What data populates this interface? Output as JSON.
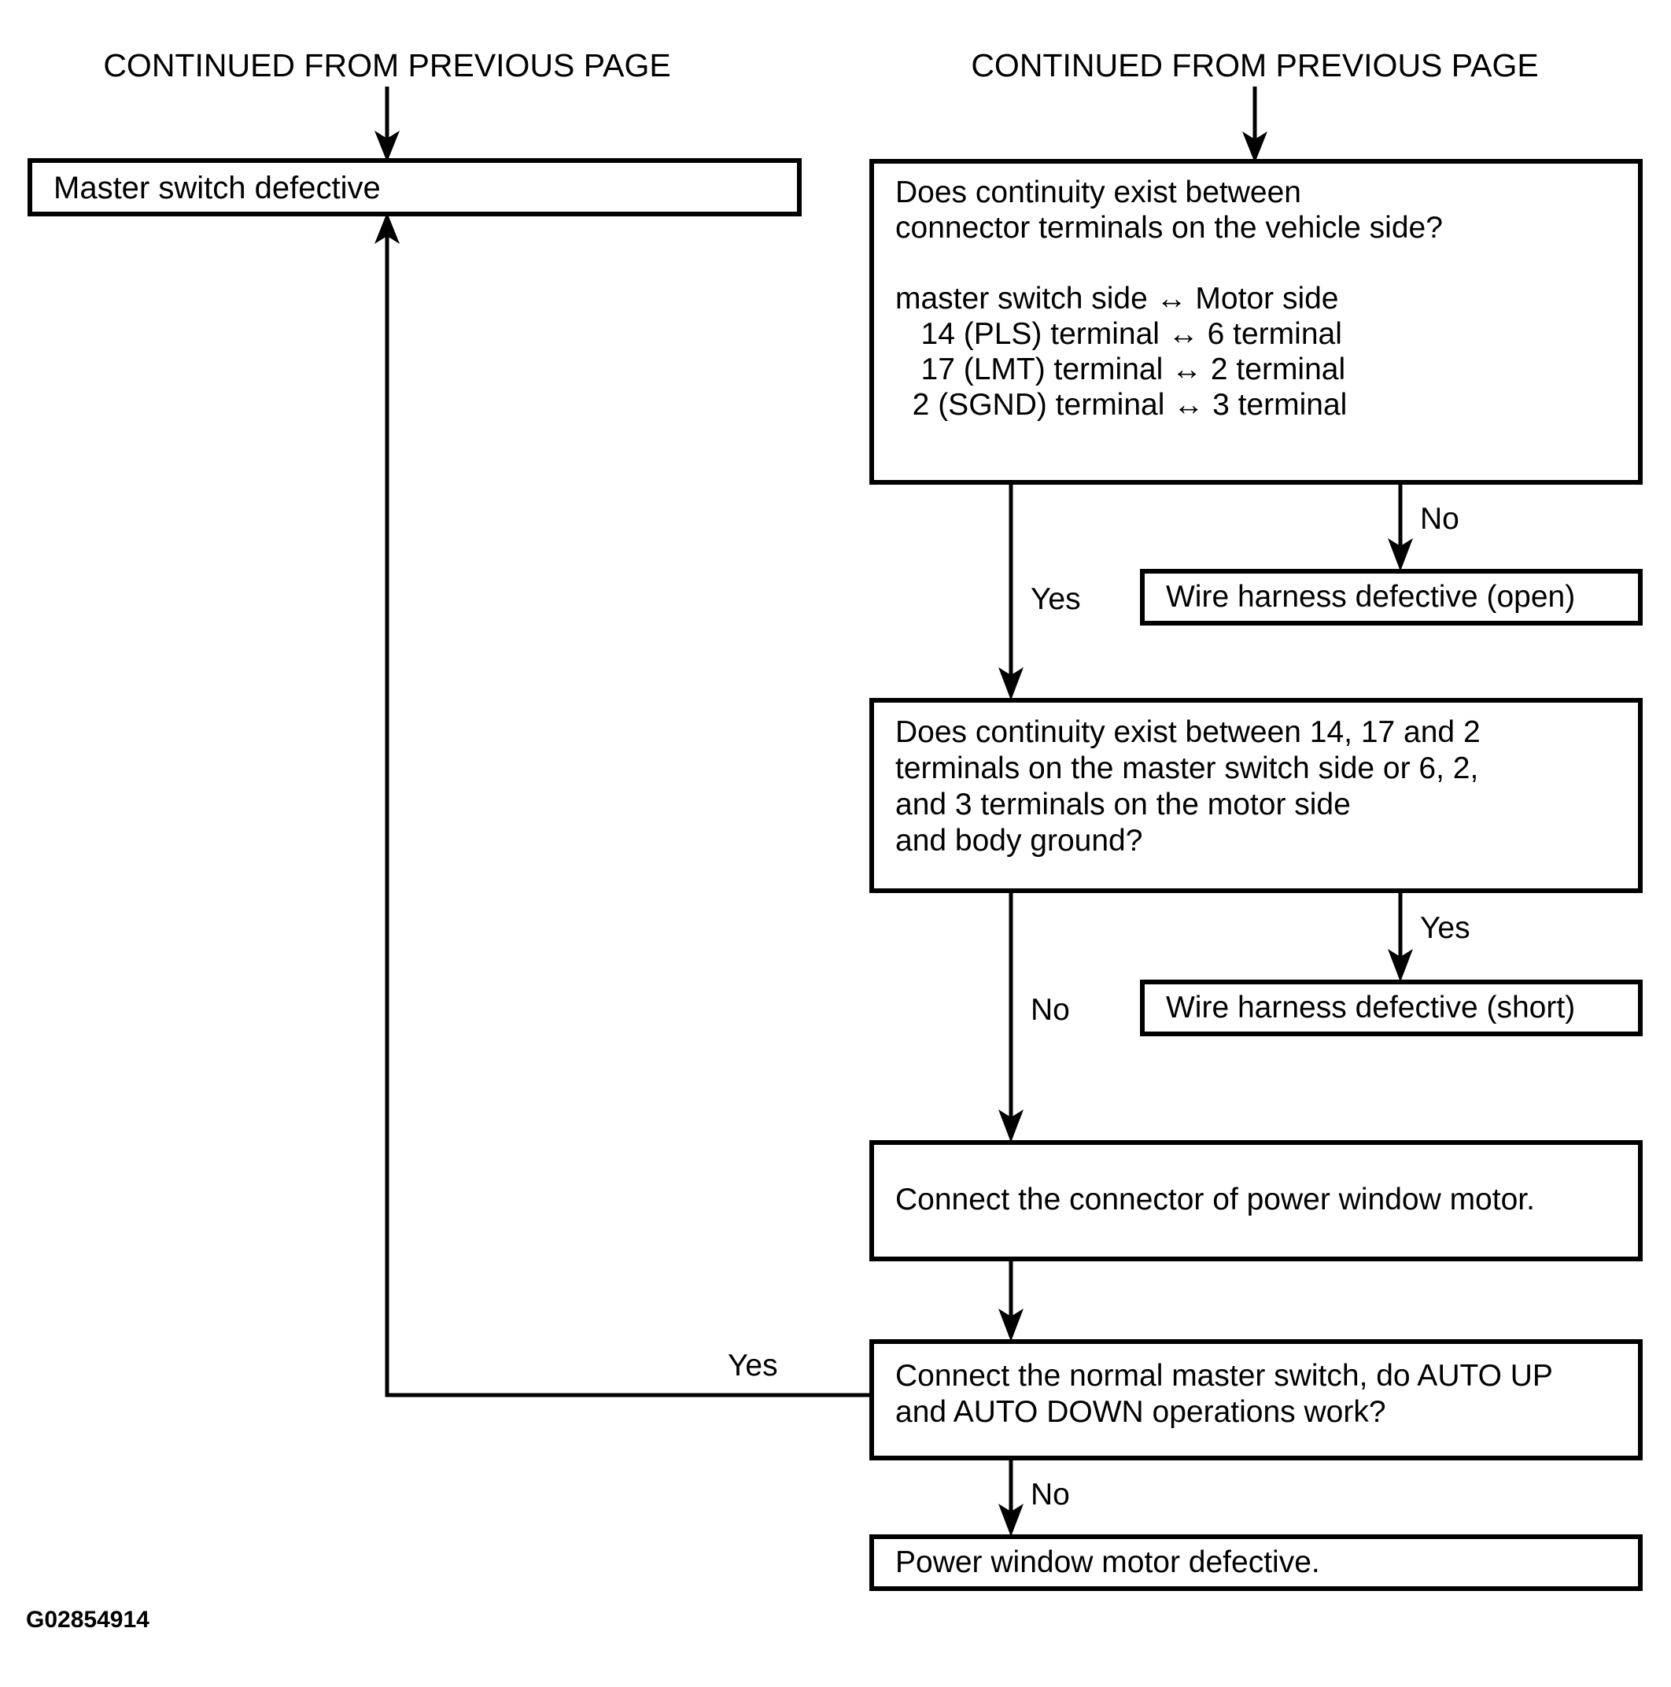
{
  "diagram": {
    "type": "flowchart",
    "figure_code": "G02854914",
    "headers": [
      {
        "id": "header-left",
        "text": "CONTINUED FROM PREVIOUS PAGE"
      },
      {
        "id": "header-right",
        "text": "CONTINUED FROM PREVIOUS PAGE"
      }
    ],
    "nodes": {
      "master_switch_defective": {
        "id": "master-switch-defective",
        "kind": "terminal",
        "lines": [
          "Master switch defective"
        ]
      },
      "continuity_vehicle_side": {
        "id": "continuity-vehicle-side",
        "kind": "decision",
        "lines": [
          "Does continuity exist between",
          "connector terminals on the vehicle side?",
          "",
          "master switch side ↔ Motor side",
          "   14 (PLS) terminal ↔ 6 terminal",
          "   17 (LMT) terminal ↔ 2 terminal",
          "  2 (SGND) terminal ↔ 3 terminal"
        ]
      },
      "wire_harness_open": {
        "id": "wire-harness-defective-open",
        "kind": "terminal",
        "lines": [
          "Wire harness defective (open)"
        ]
      },
      "continuity_body_ground": {
        "id": "continuity-body-ground",
        "kind": "decision",
        "lines": [
          "Does continuity exist between 14, 17 and 2",
          "terminals on the master switch side or 6, 2,",
          "and 3 terminals on the motor side",
          "and body ground?"
        ]
      },
      "wire_harness_short": {
        "id": "wire-harness-defective-short",
        "kind": "terminal",
        "lines": [
          "Wire harness defective (short)"
        ]
      },
      "connect_motor_connector": {
        "id": "connect-motor-connector",
        "kind": "process",
        "lines": [
          "Connect the connector of power window motor."
        ]
      },
      "connect_normal_master_switch": {
        "id": "connect-normal-master-switch",
        "kind": "decision",
        "lines": [
          "Connect the normal master switch, do AUTO UP",
          "and AUTO DOWN operations work?"
        ]
      },
      "power_window_motor_defective": {
        "id": "power-window-motor-defective",
        "kind": "terminal",
        "lines": [
          "Power window motor defective."
        ]
      }
    },
    "edge_labels": {
      "vehicle_side_no": "No",
      "vehicle_side_yes": "Yes",
      "body_ground_yes": "Yes",
      "body_ground_no": "No",
      "master_switch_yes": "Yes",
      "master_switch_no": "No"
    },
    "colors": {
      "stroke": "#000000",
      "fill": "#ffffff",
      "text": "#000000"
    }
  }
}
